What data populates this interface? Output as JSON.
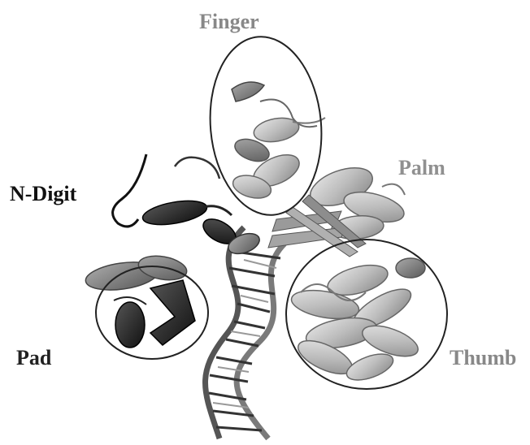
{
  "labels": {
    "finger": "Finger",
    "palm": "Palm",
    "n_digit": "N-Digit",
    "pad": "Pad",
    "thumb": "Thumb"
  },
  "colors": {
    "finger": "#888888",
    "palm": "#909090",
    "n_digit": "#111111",
    "pad": "#222222",
    "thumb": "#888888",
    "outline": "#222222"
  }
}
